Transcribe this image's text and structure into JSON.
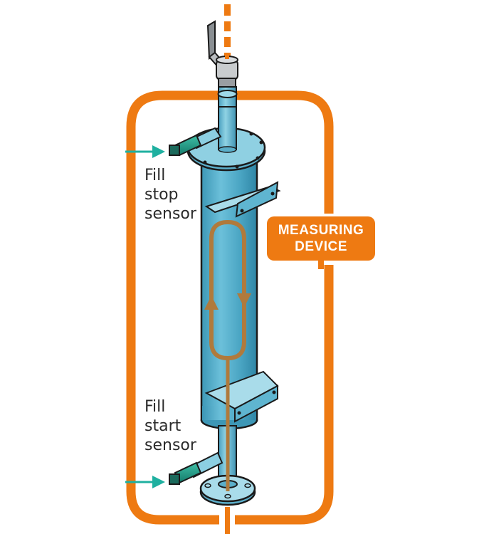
{
  "diagram": {
    "title": "Measuring device schematic",
    "labels": {
      "fill_stop_sensor": [
        "Fill",
        "stop",
        "sensor"
      ],
      "fill_start_sensor": [
        "Fill",
        "start",
        "sensor"
      ],
      "measuring_device": [
        "MEASURING",
        "DEVICE"
      ]
    },
    "colors": {
      "boundary_orange": "#ee7a12",
      "vessel_blue": "#4fa9c6",
      "vessel_light": "#8ccfe2",
      "sensor_teal": "#1f9f8a",
      "arrow_teal": "#1fb0a0",
      "flow_brown": "#b07a3c",
      "outline": "#1a1a1a",
      "valve_grey": "#8a8f93"
    },
    "components": [
      "ball-valve",
      "inlet-pipe",
      "top-flange",
      "vessel-cylinder",
      "upper-mounting-bracket",
      "lower-mounting-bracket",
      "bottom-pipe",
      "bottom-flange",
      "fill-stop-sensor",
      "fill-start-sensor",
      "flow-loop"
    ]
  }
}
